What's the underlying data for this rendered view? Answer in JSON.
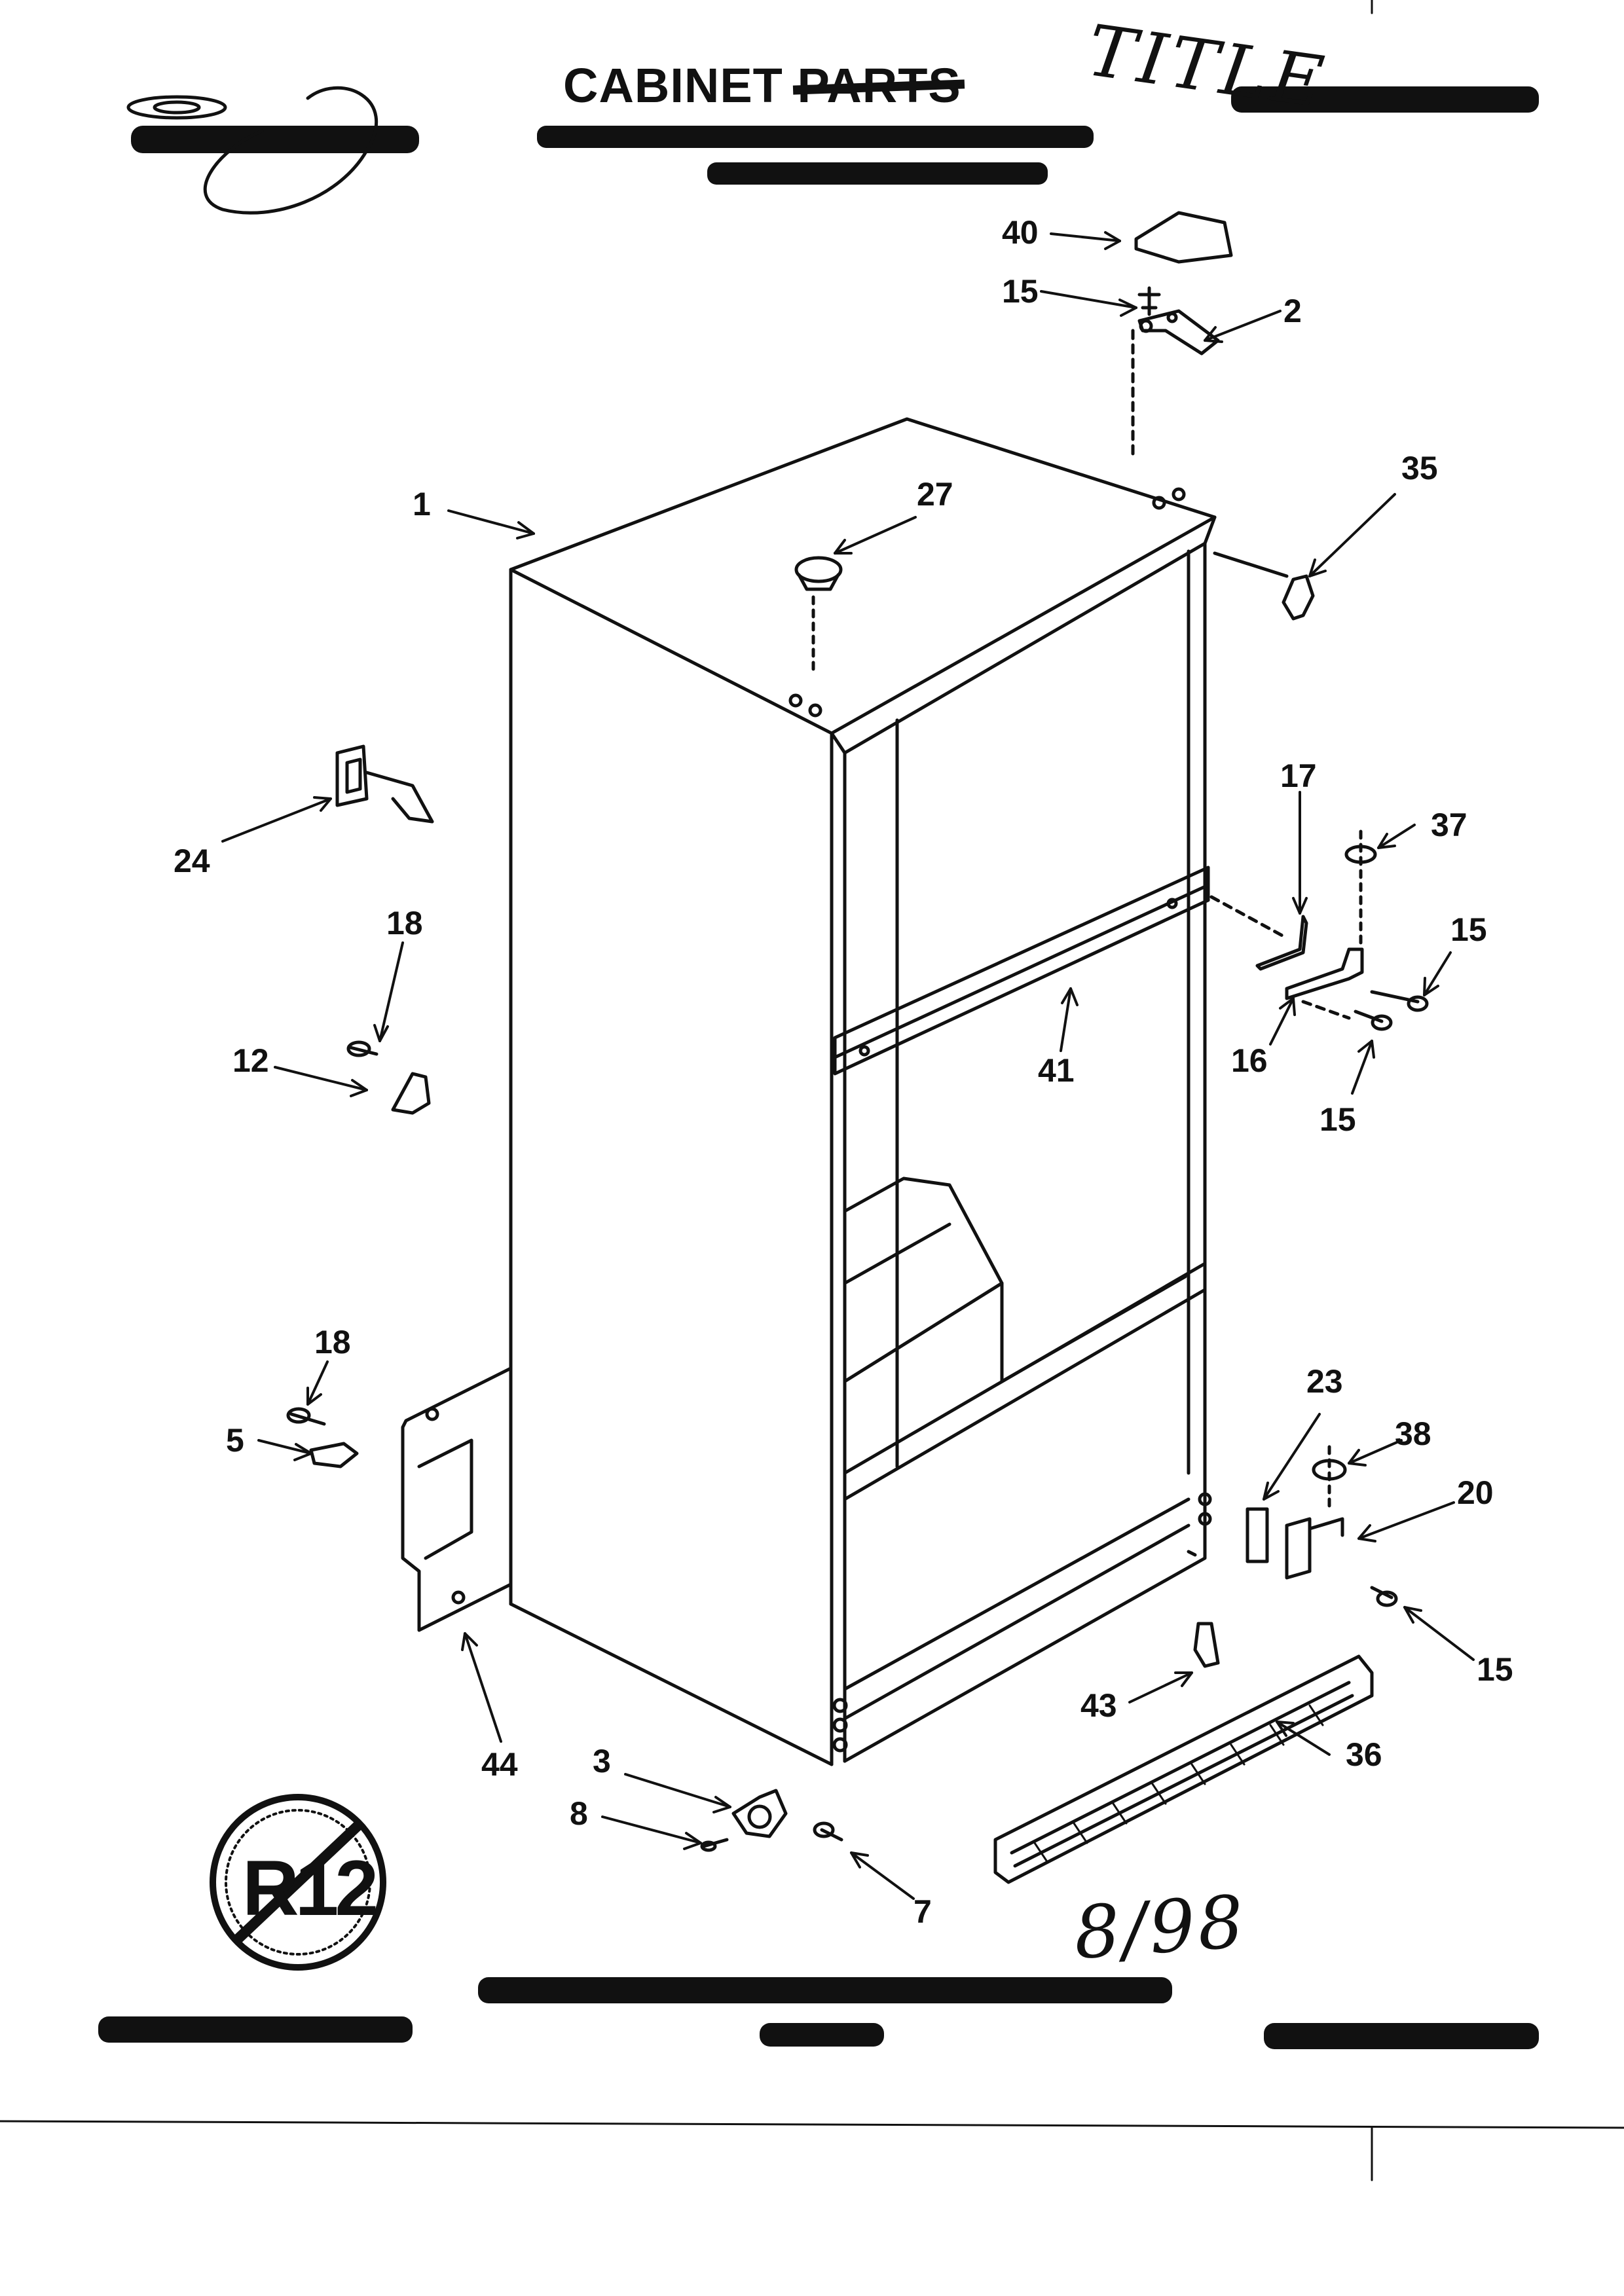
{
  "header": {
    "title_word": "CABINET",
    "title_struck_word": "PARTS",
    "handwritten_title": "TITLE"
  },
  "symbols": {
    "no_r12_text": "R12",
    "no_r12_icon": "no-r12-prohibition-icon"
  },
  "handwritten_date": "8/98",
  "callouts": [
    {
      "id": "1",
      "text": "1"
    },
    {
      "id": "2",
      "text": "2"
    },
    {
      "id": "3",
      "text": "3"
    },
    {
      "id": "5",
      "text": "5"
    },
    {
      "id": "7",
      "text": "7"
    },
    {
      "id": "8",
      "text": "8"
    },
    {
      "id": "12",
      "text": "12"
    },
    {
      "id": "15a",
      "text": "15"
    },
    {
      "id": "15b",
      "text": "15"
    },
    {
      "id": "15c",
      "text": "15"
    },
    {
      "id": "15d",
      "text": "15"
    },
    {
      "id": "16",
      "text": "16"
    },
    {
      "id": "17",
      "text": "17"
    },
    {
      "id": "18a",
      "text": "18"
    },
    {
      "id": "18b",
      "text": "18"
    },
    {
      "id": "20",
      "text": "20"
    },
    {
      "id": "23",
      "text": "23"
    },
    {
      "id": "24",
      "text": "24"
    },
    {
      "id": "27",
      "text": "27"
    },
    {
      "id": "35",
      "text": "35"
    },
    {
      "id": "36",
      "text": "36"
    },
    {
      "id": "37",
      "text": "37"
    },
    {
      "id": "38",
      "text": "38"
    },
    {
      "id": "40",
      "text": "40"
    },
    {
      "id": "41",
      "text": "41"
    },
    {
      "id": "43",
      "text": "43"
    },
    {
      "id": "44",
      "text": "44"
    }
  ]
}
